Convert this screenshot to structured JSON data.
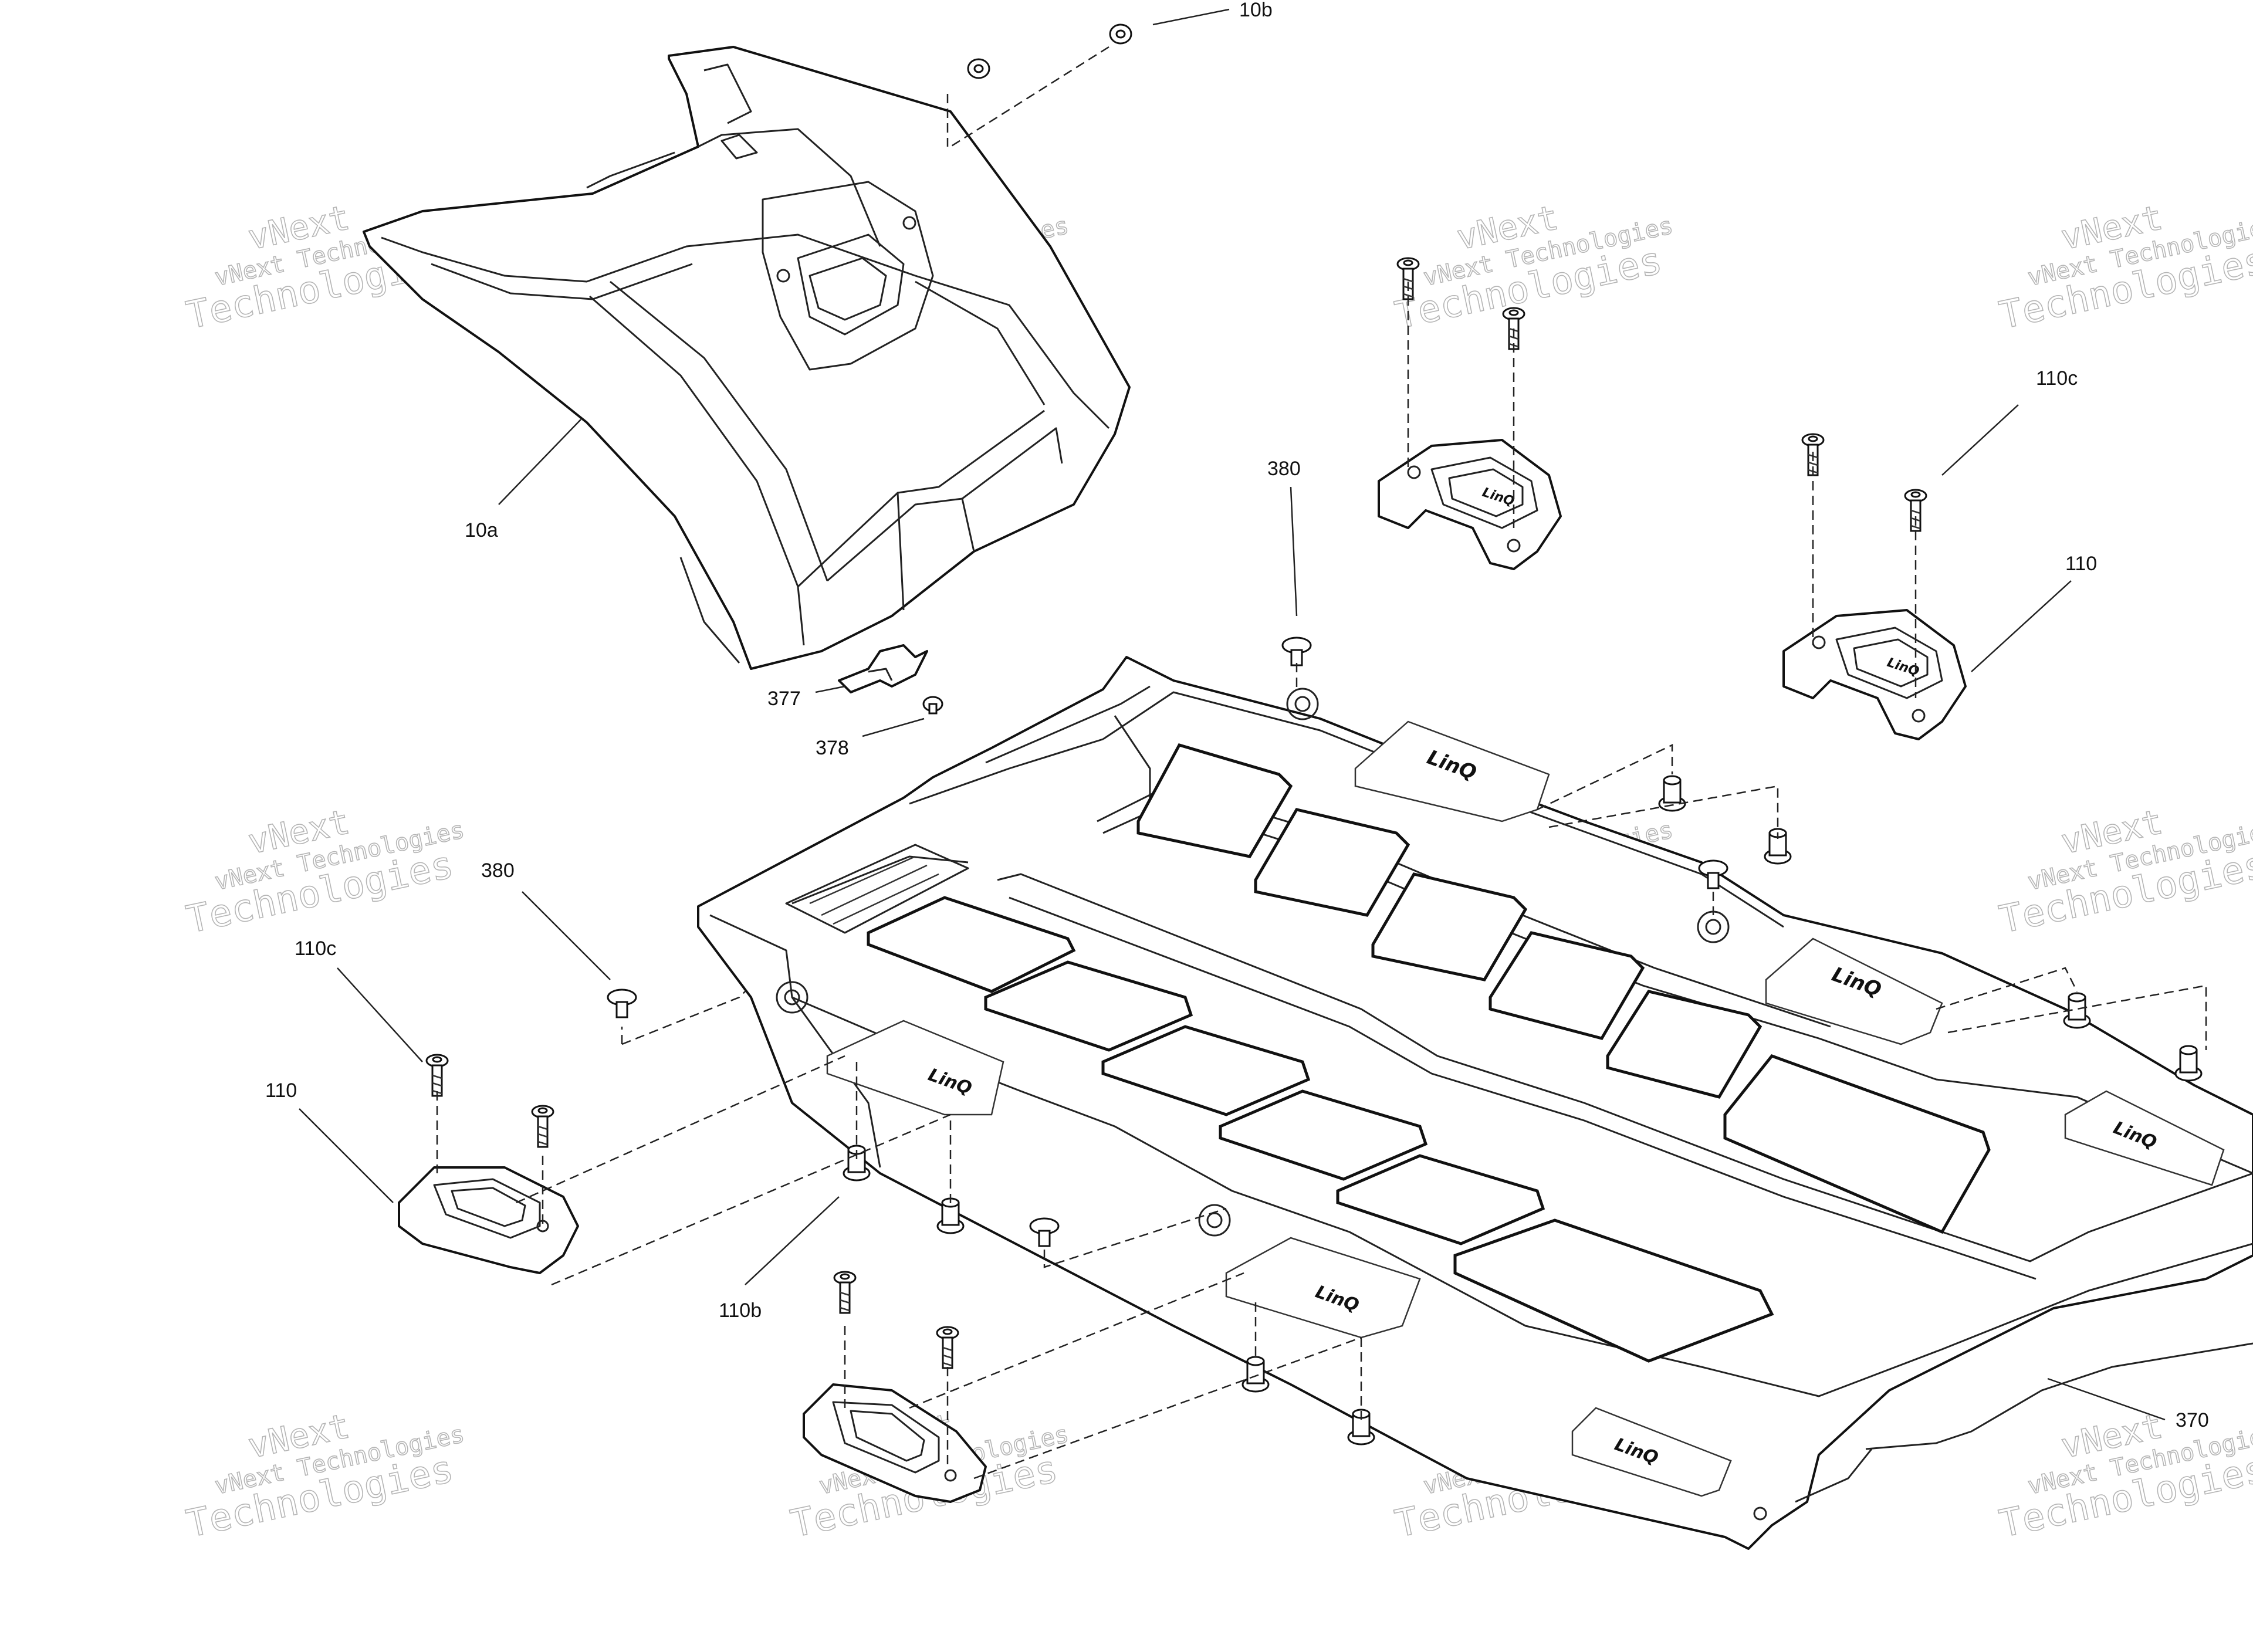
{
  "callouts": {
    "c10b": "10b",
    "c10a": "10a",
    "c110c_right": "110c",
    "c380_top": "380",
    "c110_right": "110",
    "c377": "377",
    "c378": "378",
    "c380_left": "380",
    "c110c_left": "110c",
    "c110_left": "110",
    "c110b": "110b",
    "c370": "370"
  },
  "watermark": {
    "line1": "vNext",
    "line2": "vNext Technologies",
    "line3": "Technologies"
  },
  "logo_text": "LinQ",
  "colors": {
    "line": "#111111",
    "watermark": "#b5b5b5",
    "background": "#ffffff"
  }
}
